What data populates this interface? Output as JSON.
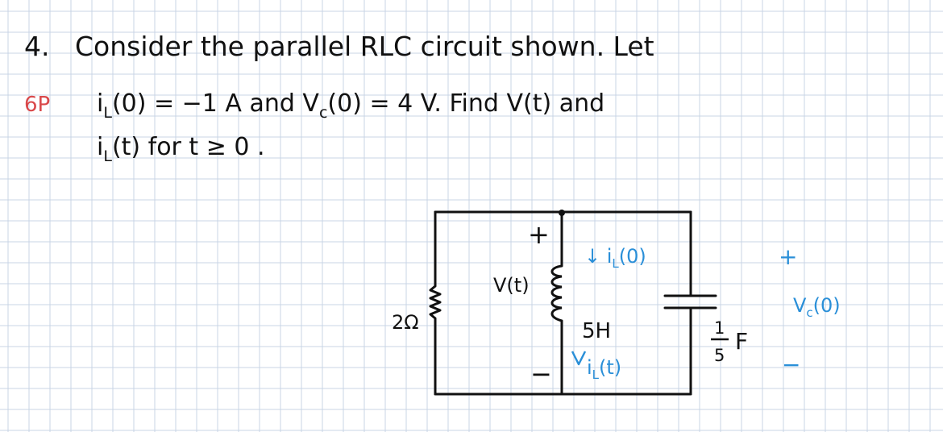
{
  "problem": {
    "number": "4.",
    "line1": "Consider the parallel RLC circuit shown. Let",
    "points": "6P",
    "line2_prefix": "i",
    "line2_sub1": "L",
    "line2_mid": "(0)  =  −1 A  and   V",
    "line2_sub2": "c",
    "line2_rest": "(0)  =  4 V.    Find  V(t)  and",
    "line3_prefix": "i",
    "line3_sub": "L",
    "line3_rest": "(t)   for   t ≥ 0 ."
  },
  "circuit": {
    "plus_top": "+",
    "minus_bottom": "−",
    "voltage_label": "V(t)",
    "resistor_label": "2Ω",
    "inductor_label": "5H",
    "cap_num": "1",
    "cap_den": "5",
    "cap_unit": "F",
    "iL0_prefix": "↓ i",
    "iL0_sub": "L",
    "iL0_rest": "(0)",
    "iLt_prefix": "i",
    "iLt_sub": "L",
    "iLt_rest": "(t)",
    "vc_plus": "+",
    "vc_prefix": "V",
    "vc_sub": "c",
    "vc_rest": "(0)",
    "vc_minus": "−"
  },
  "colors": {
    "ink": "#111111",
    "red": "#d9484a",
    "blue": "#2a8fd8",
    "grid": "#c8d4e6"
  }
}
